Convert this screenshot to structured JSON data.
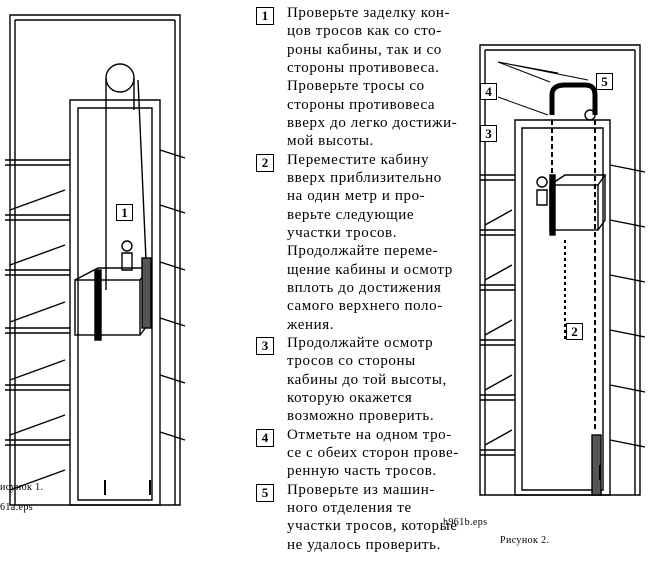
{
  "figure1": {
    "caption": "исунок 1.",
    "file": "61a.eps",
    "callout": "1"
  },
  "figure2": {
    "caption": "Рисунок 2.",
    "file": "h961b.eps",
    "callouts": [
      "5",
      "4",
      "3",
      "2"
    ]
  },
  "steps": [
    {
      "number": "1",
      "lines": [
        "Проверьте заделку кон-",
        "цов тросов как со сто-",
        "роны кабины, так и со",
        "стороны противовеса.",
        "Проверьте тросы со",
        "стороны противовеса",
        "вверх до легко достижи-",
        "мой высоты."
      ]
    },
    {
      "number": "2",
      "lines": [
        "Переместите кабину",
        "вверх приблизительно",
        "на один метр и про-",
        "верьте следующие",
        "участки тросов.",
        "Продолжайте переме-",
        "щение кабины и осмотр",
        "вплоть до достижения",
        "самого верхнего поло-",
        "жения."
      ]
    },
    {
      "number": "3",
      "lines": [
        "Продолжайте осмотр",
        "тросов со стороны",
        "кабины до той высоты,",
        "которую окажется",
        "возможно проверить."
      ]
    },
    {
      "number": "4",
      "lines": [
        "Отметьте на одном тро-",
        "се с обеих сторон прове-",
        "ренную часть тросов."
      ]
    },
    {
      "number": "5",
      "lines": [
        "Проверьте из машин-",
        "ного отделения те",
        "участки тросов, которые",
        "не удалось проверить."
      ]
    }
  ]
}
